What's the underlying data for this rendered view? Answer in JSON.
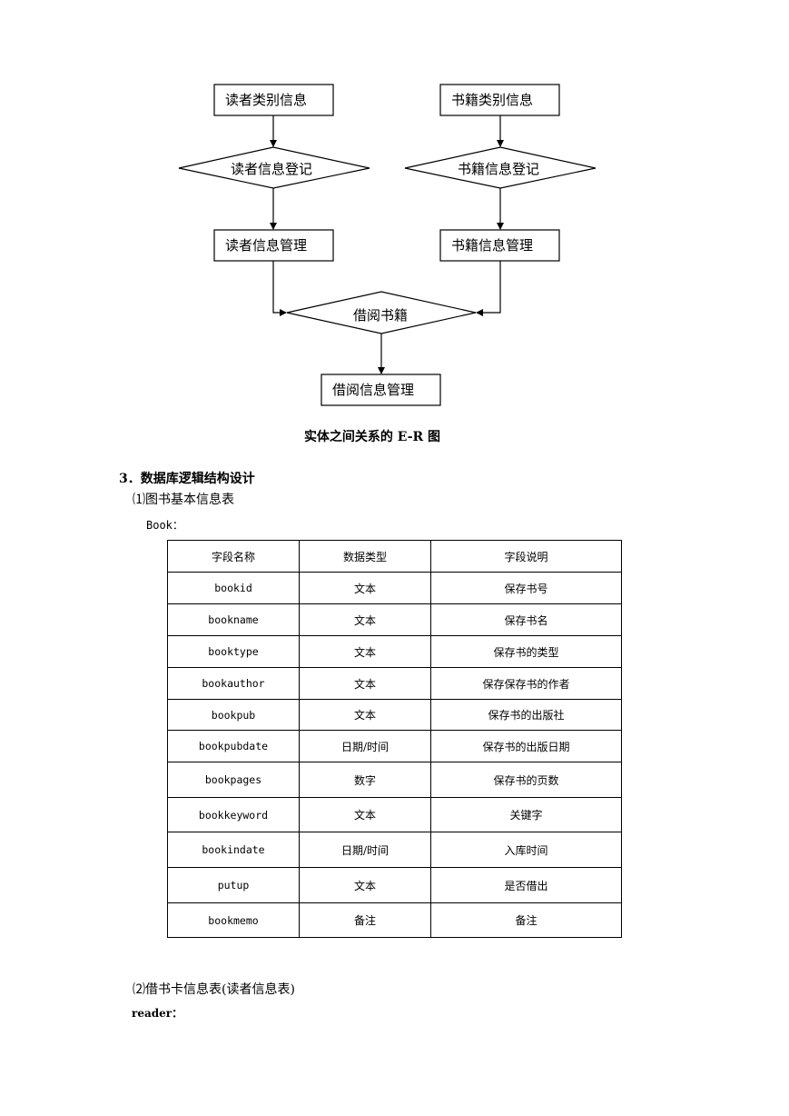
{
  "diagram": {
    "nodes": {
      "reader_type": "读者类别信息",
      "book_type": "书籍类别信息",
      "reader_register": "读者信息登记",
      "book_register": "书籍信息登记",
      "reader_manage": "读者信息管理",
      "book_manage": "书籍信息管理",
      "borrow": "借阅书籍",
      "borrow_manage": "借阅信息管理"
    },
    "caption": "实体之间关系的 E-R 图"
  },
  "section": {
    "title": "3．数据库逻辑结构设计",
    "sub1": "⑴图书基本信息表",
    "table_label": "Book：",
    "headers": [
      "字段名称",
      "数据类型",
      "字段说明"
    ],
    "rows": [
      {
        "name": "bookid",
        "type": "文本",
        "desc": "保存书号"
      },
      {
        "name": "bookname",
        "type": "文本",
        "desc": "保存书名"
      },
      {
        "name": "booktype",
        "type": "文本",
        "desc": "保存书的类型"
      },
      {
        "name": "bookauthor",
        "type": "文本",
        "desc": "保存保存书的作者"
      },
      {
        "name": "bookpub",
        "type": "文本",
        "desc": "保存书的出版社"
      },
      {
        "name": "bookpubdate",
        "type": "日期/时间",
        "desc": "保存书的出版日期"
      },
      {
        "name": "bookpages",
        "type": "数字",
        "desc": "保存书的页数"
      },
      {
        "name": "bookkeyword",
        "type": "文本",
        "desc": "关键字"
      },
      {
        "name": "bookindate",
        "type": "日期/时间",
        "desc": "入库时间"
      },
      {
        "name": "putup",
        "type": "文本",
        "desc": "是否借出"
      },
      {
        "name": "bookmemo",
        "type": "备注",
        "desc": "备注"
      }
    ],
    "sub2": "⑵借书卡信息表(读者信息表)",
    "reader_label": "reader："
  }
}
